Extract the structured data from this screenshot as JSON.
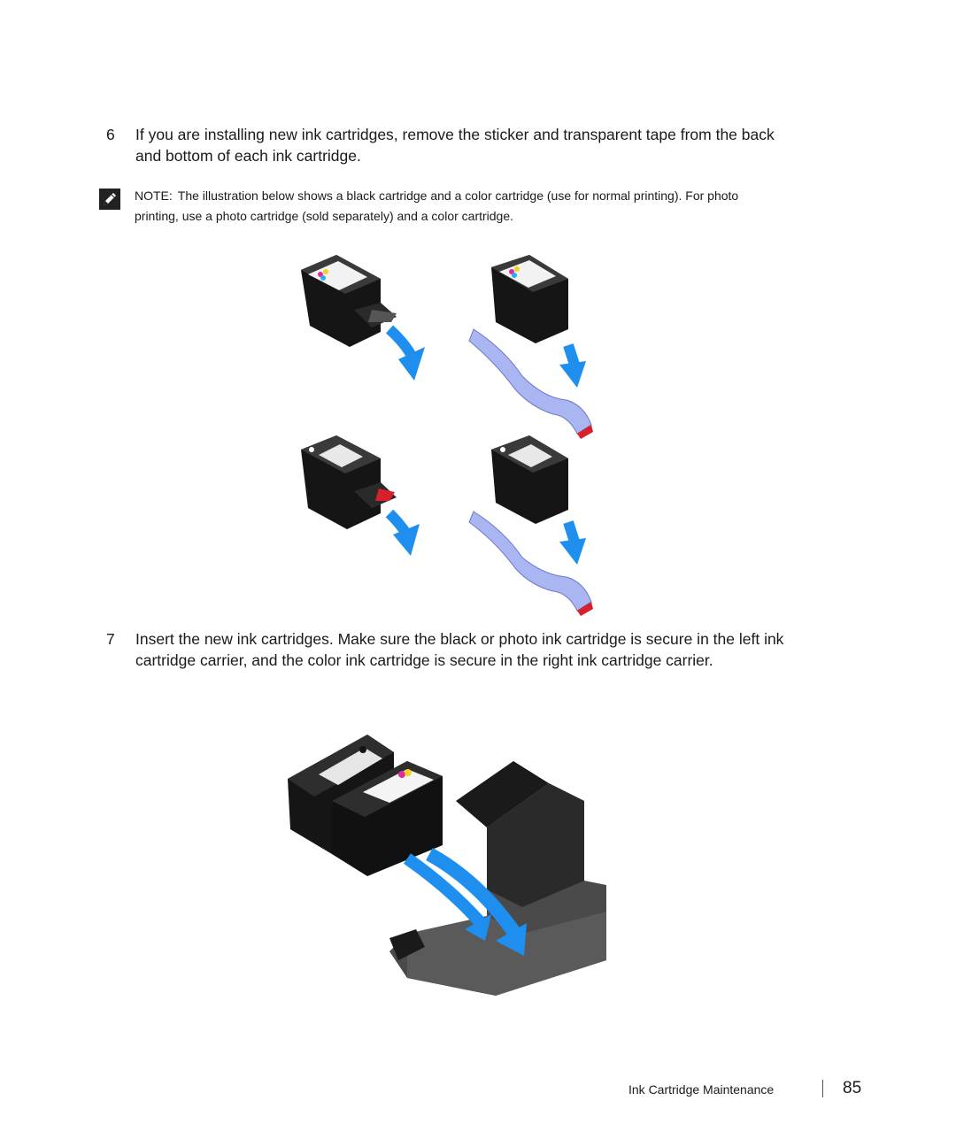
{
  "steps": [
    {
      "number": "6",
      "text": "If you are installing new ink cartridges, remove the sticker and transparent tape from the back and bottom of each ink cartridge."
    },
    {
      "number": "7",
      "text": "Insert the new ink cartridges. Make sure the black or photo ink cartridge is secure in the left ink cartridge carrier, and the color ink cartridge is secure in the right ink cartridge carrier."
    }
  ],
  "note": {
    "label": "NOTE:",
    "text": "The illustration below shows a black cartridge and a color cartridge (use for normal printing). For photo printing, use a photo cartridge (sold separately) and a color cartridge.",
    "icon": "pencil-icon"
  },
  "footer": {
    "section_title": "Ink Cartridge Maintenance",
    "page_number": "85"
  },
  "colors": {
    "arrow_blue": "#1e8fef",
    "tape_blue": "#aab6f2",
    "tape_red": "#d8202c",
    "cartridge_black": "#151515"
  }
}
